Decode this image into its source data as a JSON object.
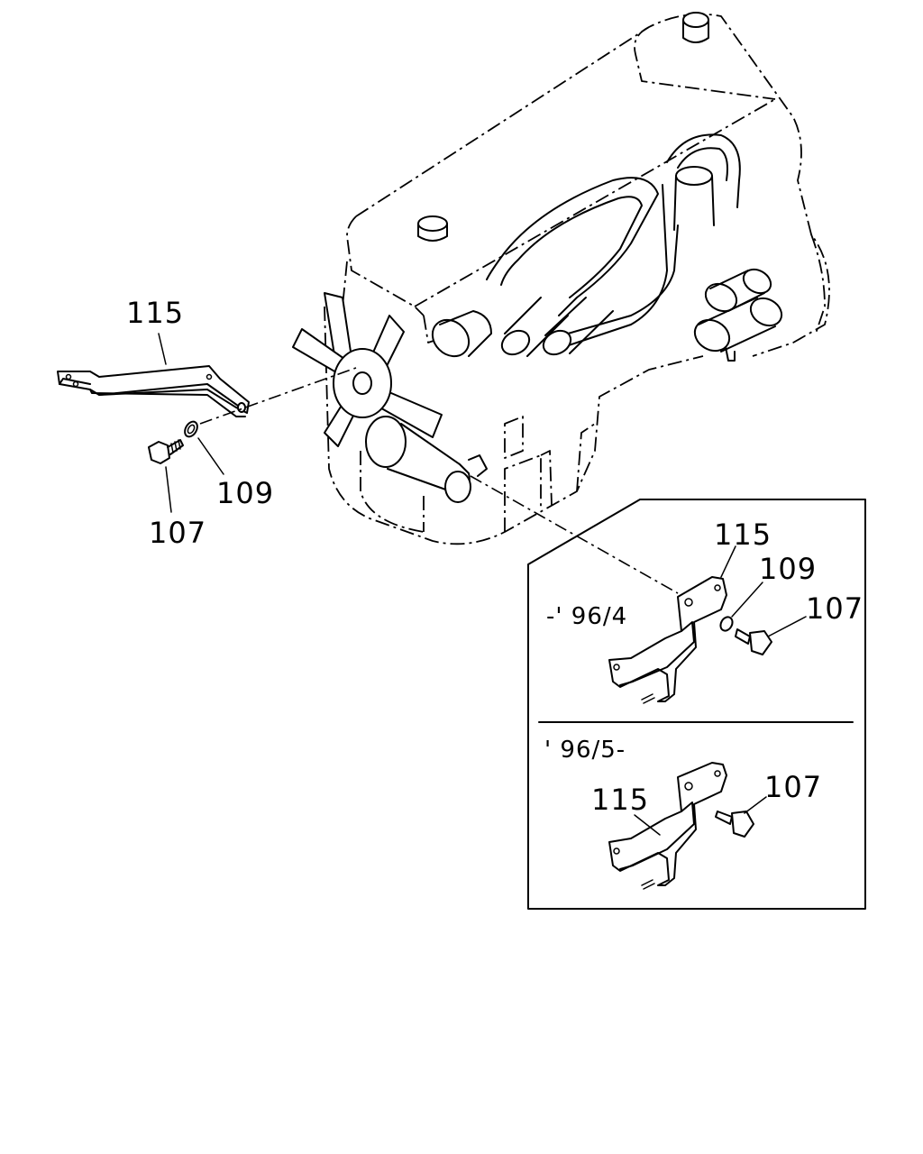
{
  "labels": {
    "main_bracket": "115",
    "main_washer": "109",
    "main_bolt": "107",
    "early_bracket": "115",
    "early_washer": "109",
    "early_bolt": "107",
    "late_bracket": "115",
    "late_bolt": "107"
  },
  "periods": {
    "early": "-' 96/4",
    "late": "' 96/5-"
  }
}
